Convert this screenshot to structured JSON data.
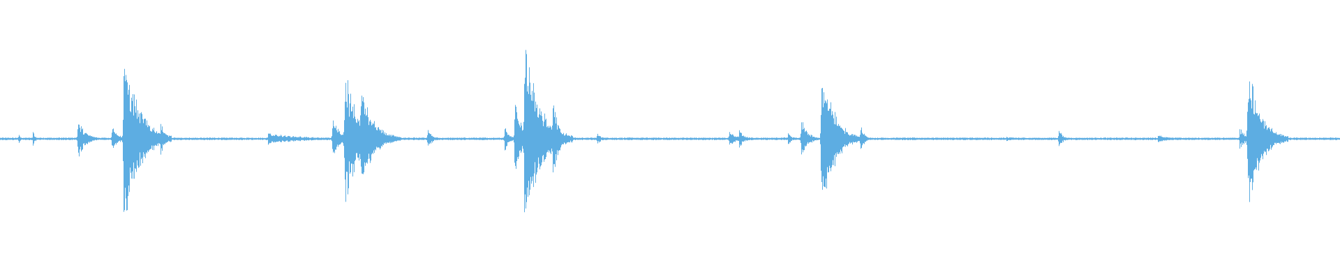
{
  "waveform": {
    "color": "#5dade2",
    "background": "#ffffff",
    "duration_fraction_markers": "none",
    "bursts": [
      {
        "t": 0.0138,
        "amp": 0.06,
        "dur": 0.002
      },
      {
        "t": 0.0245,
        "amp": 0.08,
        "dur": 0.002
      },
      {
        "t": 0.058,
        "amp": 0.22,
        "dur": 0.006
      },
      {
        "t": 0.0835,
        "amp": 0.14,
        "dur": 0.005
      },
      {
        "t": 0.0921,
        "amp": 1.0,
        "dur": 0.012
      },
      {
        "t": 0.1195,
        "amp": 0.22,
        "dur": 0.003
      },
      {
        "t": 0.2,
        "amp": 0.06,
        "dur": 0.03
      },
      {
        "t": 0.248,
        "amp": 0.22,
        "dur": 0.006
      },
      {
        "t": 0.257,
        "amp": 0.8,
        "dur": 0.01
      },
      {
        "t": 0.269,
        "amp": 0.58,
        "dur": 0.01
      },
      {
        "t": 0.319,
        "amp": 0.1,
        "dur": 0.004
      },
      {
        "t": 0.3765,
        "amp": 0.14,
        "dur": 0.004
      },
      {
        "t": 0.384,
        "amp": 0.42,
        "dur": 0.006
      },
      {
        "t": 0.3912,
        "amp": 1.05,
        "dur": 0.012
      },
      {
        "t": 0.4125,
        "amp": 0.52,
        "dur": 0.004
      },
      {
        "t": 0.4455,
        "amp": 0.07,
        "dur": 0.003
      },
      {
        "t": 0.544,
        "amp": 0.09,
        "dur": 0.006
      },
      {
        "t": 0.5515,
        "amp": 0.1,
        "dur": 0.004
      },
      {
        "t": 0.588,
        "amp": 0.07,
        "dur": 0.003
      },
      {
        "t": 0.5978,
        "amp": 0.22,
        "dur": 0.005
      },
      {
        "t": 0.6128,
        "amp": 0.78,
        "dur": 0.01
      },
      {
        "t": 0.619,
        "amp": 0.55,
        "dur": 0.008
      },
      {
        "t": 0.642,
        "amp": 0.16,
        "dur": 0.003
      },
      {
        "t": 0.751,
        "amp": 0.03,
        "dur": 0.004
      },
      {
        "t": 0.79,
        "amp": 0.12,
        "dur": 0.003
      },
      {
        "t": 0.864,
        "amp": 0.04,
        "dur": 0.01
      },
      {
        "t": 0.925,
        "amp": 0.12,
        "dur": 0.005
      },
      {
        "t": 0.931,
        "amp": 0.88,
        "dur": 0.01
      }
    ]
  }
}
